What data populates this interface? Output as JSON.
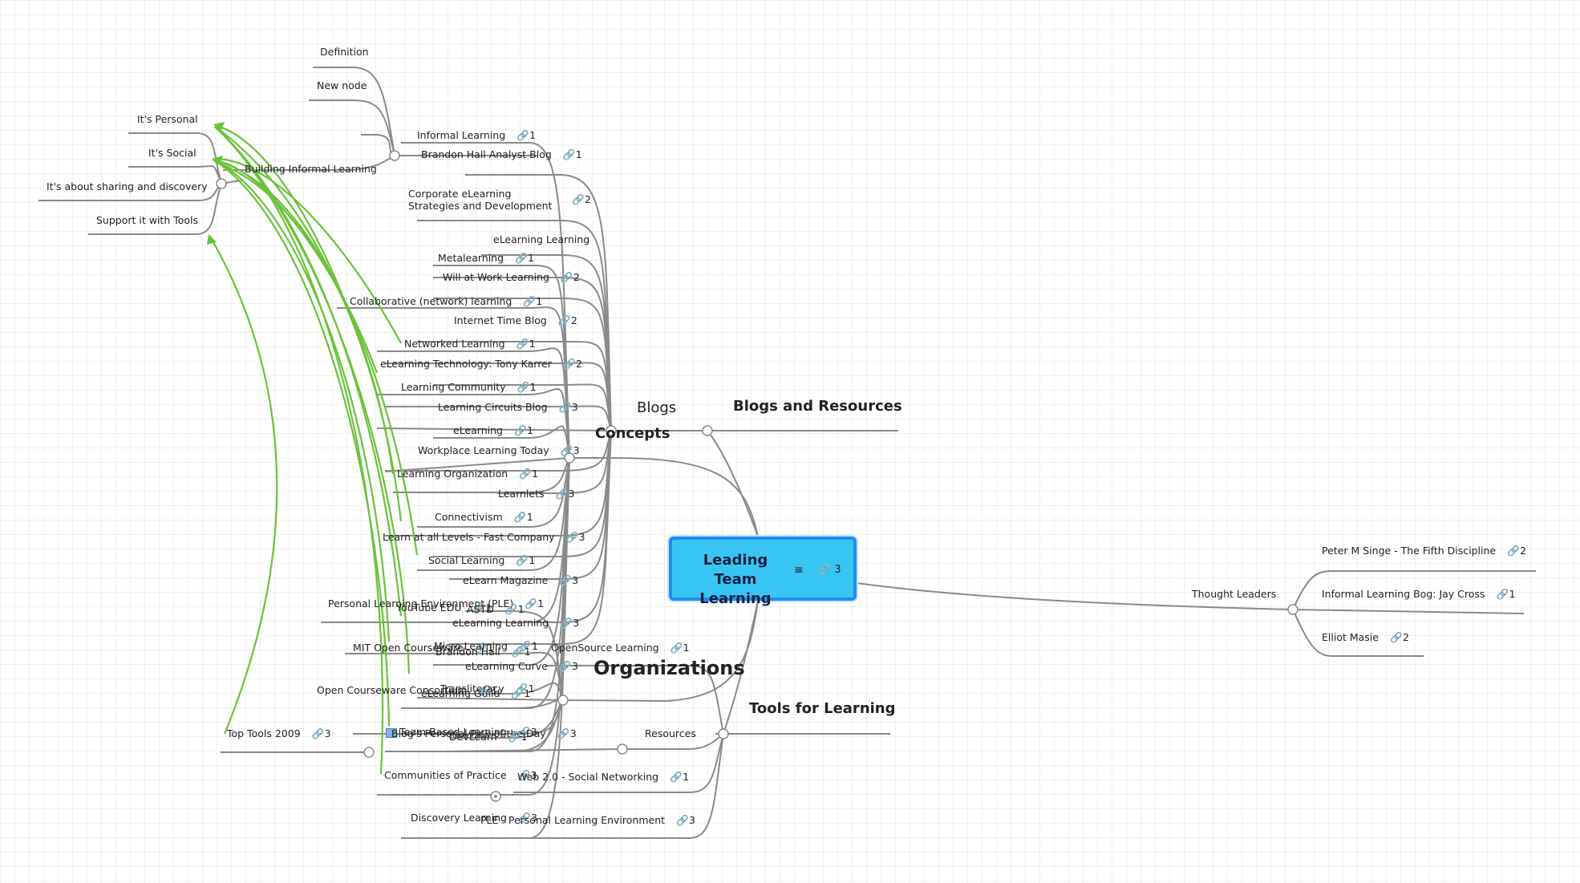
{
  "central": {
    "title": "Leading Team Learning",
    "link_count": "3"
  },
  "nodes": {
    "definition": "Definition",
    "new_node": "New node",
    "informal_learning": {
      "label": "Informal Learning",
      "links": "1"
    },
    "building_informal": "Building Informal Learning",
    "its_personal": "It's Personal",
    "its_social": "It's Social",
    "sharing": "It's about sharing and discovery",
    "support_tools": "Support it with Tools",
    "metalearning": {
      "label": "Metalearning",
      "links": "1"
    },
    "collaborative": {
      "label": "Collaborative (network) learning",
      "links": "1"
    },
    "networked": {
      "label": "Networked Learning",
      "links": "1"
    },
    "learning_community": {
      "label": "Learning Community",
      "links": "1"
    },
    "elearning": {
      "label": "eLearning",
      "links": "1"
    },
    "learning_org": {
      "label": "Learning Organization",
      "links": "1"
    },
    "connectivism": {
      "label": "Connectivism",
      "links": "1"
    },
    "social_learning": {
      "label": "Social Learning",
      "links": "1"
    },
    "ple_concept": {
      "label": "Personal Learning Environment (PLE)",
      "links": "1"
    },
    "micro_learning": {
      "label": "Micro Learning",
      "links": "1"
    },
    "transliteracy": {
      "label": "Transliteracy",
      "links": "1"
    },
    "team_based": {
      "label": "Team-Based Learning",
      "links": "3"
    },
    "communities_practice": {
      "label": "Communities of Practice",
      "links": "3"
    },
    "discovery_learning": {
      "label": "Discovery Learning",
      "links": "3"
    },
    "concepts": "Concepts",
    "blogs": "Blogs",
    "brandon_hall_blog": {
      "label": "Brandon Hall Analyst Blog",
      "links": "1"
    },
    "corporate_elearning": {
      "label": "Corporate eLearning\nStrategies and Development",
      "links": "2"
    },
    "elearning_learning": "eLearning Learning",
    "will_at_work": {
      "label": "Will at Work Learning",
      "links": "2"
    },
    "internet_time": {
      "label": "Internet Time Blog",
      "links": "2"
    },
    "elearning_tech": {
      "label": "eLearning Technology: Tony Karrer",
      "links": "2"
    },
    "learning_circuits": {
      "label": "Learning Circuits Blog",
      "links": "3"
    },
    "workplace_today": {
      "label": "Workplace Learning Today",
      "links": "3"
    },
    "learnlets": {
      "label": "Learnlets",
      "links": "3"
    },
    "learn_all_levels": {
      "label": "Learn at all Levels - Fast Company",
      "links": "3"
    },
    "elearn_magazine": {
      "label": "eLearn Magazine",
      "links": "3"
    },
    "elearning_learning2": {
      "label": "eLearning Learning",
      "links": "3"
    },
    "elearning_curve": {
      "label": "eLearning Curve",
      "links": "3"
    },
    "youtube_edu": {
      "label": "YouTube EDU",
      "links": "1"
    },
    "mit_ocw": {
      "label": "MIT Open Courseware",
      "links": "1"
    },
    "ocw_consortium": {
      "label": "Open Courseware Consortium",
      "links": "1"
    },
    "blog_pick": {
      "label": "Blog's Personal Pick of the Day",
      "links": "3"
    },
    "astd": {
      "label": "ASTD",
      "links": "1"
    },
    "brandon_hall": {
      "label": "Brandon Hall",
      "links": "1"
    },
    "elearning_guild": {
      "label": "eLearning Guild",
      "links": "1"
    },
    "devlearn": {
      "label": "DevLearn",
      "links": "1"
    },
    "organizations": "Organizations",
    "blogs_resources": "Blogs and Resources",
    "opensource": {
      "label": "OpenSource Learning",
      "links": "1"
    },
    "resources": "Resources",
    "web20": {
      "label": "Web 2.0 - Social Networking",
      "links": "1"
    },
    "ple_tools": {
      "label": "PLE - Personal Learning Environment",
      "links": "3"
    },
    "tools_learning": "Tools for Learning",
    "top_tools": {
      "label": "Top Tools 2009",
      "links": "3"
    },
    "thought_leaders": "Thought Leaders",
    "senge": {
      "label": "Peter M Singe - The Fifth Discipline",
      "links": "2"
    },
    "jay_cross": {
      "label": "Informal Learning Bog: Jay Cross",
      "links": "1"
    },
    "masie": {
      "label": "Elliot Masie",
      "links": "2"
    }
  },
  "colors": {
    "root_fill": "#39c5f4",
    "root_border": "#1d8ff0",
    "connector": "#8a8a8a",
    "relation": "#6ac23a"
  },
  "icons": {
    "link": "link-icon",
    "notes": "notes-icon",
    "thumbnail": "image-thumbnail-icon"
  }
}
